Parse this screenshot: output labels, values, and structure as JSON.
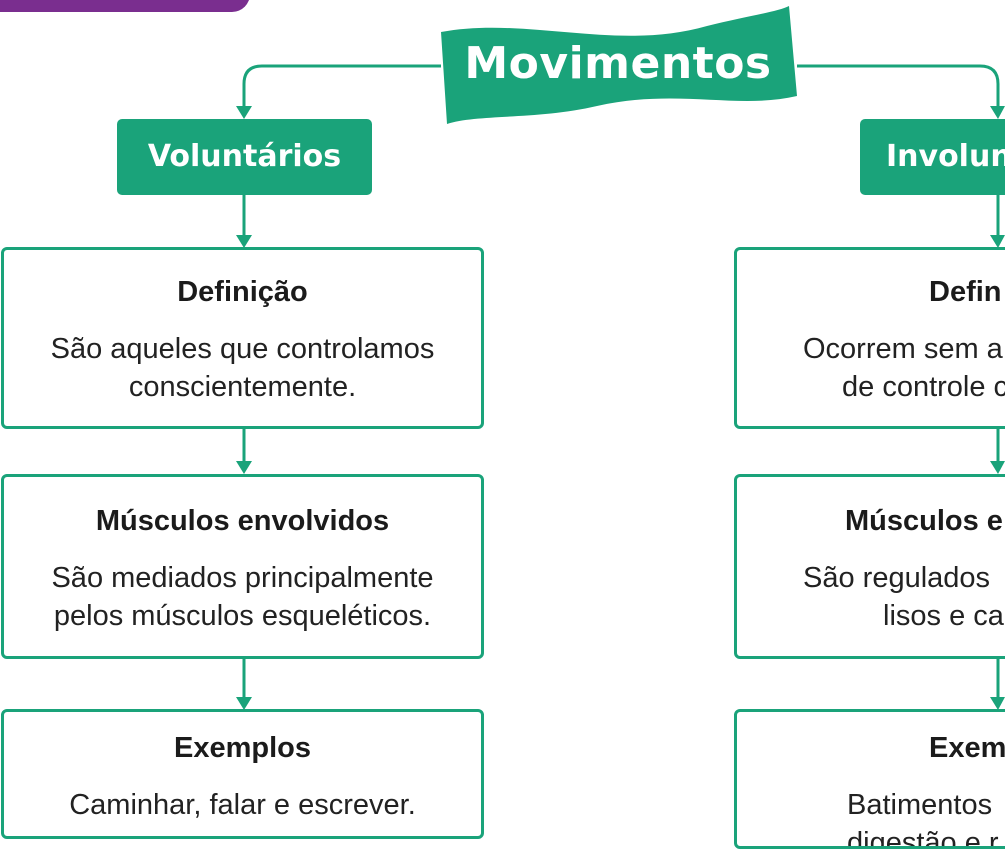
{
  "title": "Movimentos",
  "colors": {
    "accent": "#1aa37a",
    "border": "#1aa37a",
    "banner": "#1aa37a",
    "purple": "#7a2e8f"
  },
  "left": {
    "category": "Voluntários",
    "definicao": {
      "title": "Definição",
      "lines": [
        "São aqueles que controlamos",
        "conscientemente."
      ]
    },
    "musculos": {
      "title": "Músculos envolvidos",
      "lines": [
        "São mediados principalmente",
        "pelos músculos esqueléticos."
      ]
    },
    "exemplos": {
      "title": "Exemplos",
      "lines": [
        "Caminhar, falar e escrever."
      ]
    }
  },
  "right": {
    "category": "Involun",
    "definicao": {
      "title": "Defin",
      "lines": [
        "Ocorrem sem a",
        "de controle c"
      ]
    },
    "musculos": {
      "title": "Músculos e",
      "lines": [
        "São regulados",
        "lisos e ca"
      ]
    },
    "exemplos": {
      "title": "Exem",
      "lines": [
        "Batimentos",
        "digestão e r"
      ]
    }
  }
}
